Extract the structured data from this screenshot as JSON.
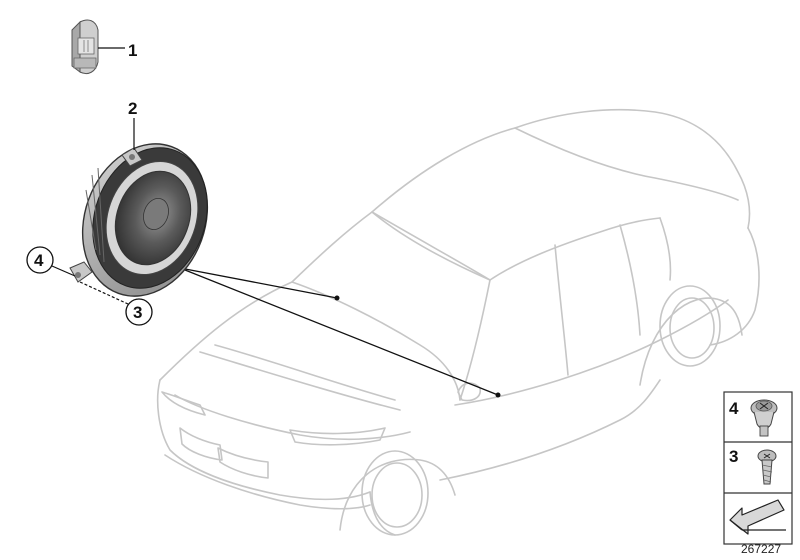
{
  "callouts": {
    "tweeter": "1",
    "speaker": "2",
    "screw": "3",
    "nut": "4"
  },
  "legend": {
    "nut_number": "4",
    "screw_number": "3"
  },
  "diagram_number": "267227"
}
